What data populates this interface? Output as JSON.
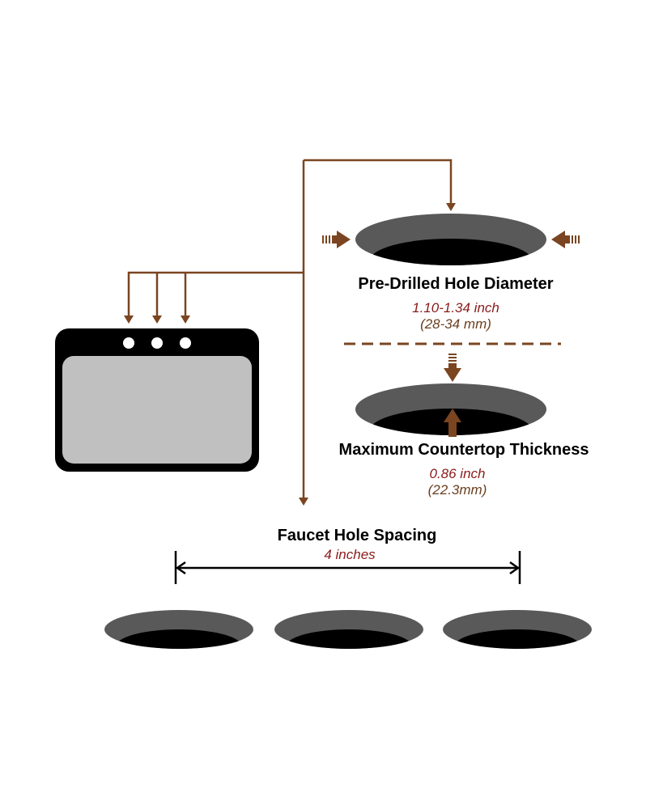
{
  "colors": {
    "accent_brown": "#7a4520",
    "value_red": "#8b1a1a",
    "value_brown": "#6b3e1f",
    "hole_rim": "#595959",
    "hole_inner": "#000000",
    "sink_frame": "#000000",
    "sink_basin": "#c0c0c0",
    "spacing_line": "#000000"
  },
  "hole_diameter": {
    "title": "Pre-Drilled Hole Diameter",
    "value_inch": "1.10-1.34 inch",
    "value_mm": "(28-34 mm)"
  },
  "countertop_thickness": {
    "title": "Maximum Countertop Thickness",
    "value_inch": "0.86 inch",
    "value_mm": "(22.3mm)"
  },
  "faucet_spacing": {
    "title": "Faucet Hole Spacing",
    "value": "4 inches"
  },
  "icons": {
    "sink": "sink-icon",
    "holes": "countertop-hole-icon",
    "arrows": "arrow-icon"
  }
}
